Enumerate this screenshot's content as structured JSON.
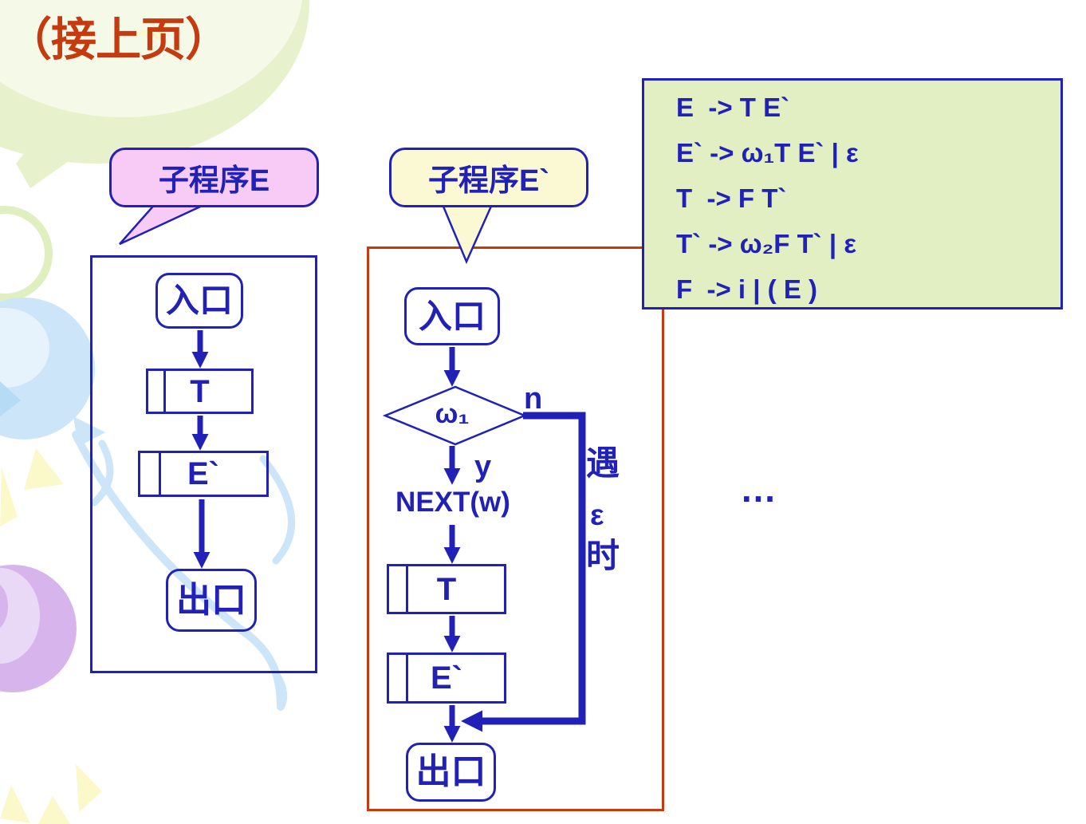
{
  "slide": {
    "title": "（接上页）",
    "ellipsis": "…"
  },
  "callouts": {
    "subroutine_e": {
      "label": "子程序E"
    },
    "subroutine_e_prime": {
      "label": "子程序E`"
    }
  },
  "grammar_box": {
    "lines": [
      "E  -> T E`",
      "E` -> ω₁T E` | ε",
      "T  -> F T`",
      "T` -> ω₂F T` | ε",
      "F  -> i | ( E )"
    ]
  },
  "flowchart_e": {
    "entry": "入口",
    "call_t": "T",
    "call_e_prime": "E`",
    "exit": "出口"
  },
  "flowchart_e_prime": {
    "entry": "入口",
    "decision": "ω₁",
    "branch_no": "n",
    "branch_yes": "y",
    "action": "NEXT(w)",
    "call_t": "T",
    "call_e_prime": "E`",
    "exit": "出口",
    "loop_note": [
      "遇",
      "ε",
      "时"
    ]
  },
  "colors": {
    "ink_blue": "#2121B8",
    "accent_red": "#C63A10",
    "grammar_bg": "#E2EFC3",
    "callout_pink": "#F8CBF6",
    "callout_yellow": "#FBF9D4"
  }
}
